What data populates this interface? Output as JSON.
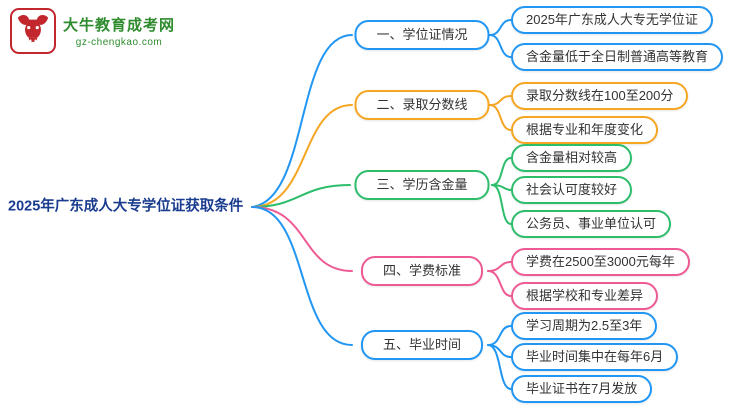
{
  "logo": {
    "title": "大牛教育成考网",
    "subtitle": "gz-chengkao.com"
  },
  "root": {
    "label": "2025年广东成人大专学位证获取条件"
  },
  "colors": {
    "branch1": "#2196F3",
    "branch2": "#F5A623",
    "branch3": "#2EBD6B",
    "branch4": "#EE5A94",
    "branch5": "#2196F3",
    "logo_red": "#C1272D",
    "logo_green": "#2E8B2E",
    "root_text": "#1A3C8F"
  },
  "branches": [
    {
      "label": "一、学位证情况",
      "color": "#2196F3",
      "children": [
        {
          "label": "2025年广东成人大专无学位证"
        },
        {
          "label": "含金量低于全日制普通高等教育"
        }
      ]
    },
    {
      "label": "二、录取分数线",
      "color": "#F5A623",
      "children": [
        {
          "label": "录取分数线在100至200分"
        },
        {
          "label": "根据专业和年度变化"
        }
      ]
    },
    {
      "label": "三、学历含金量",
      "color": "#2EBD6B",
      "children": [
        {
          "label": "含金量相对较高"
        },
        {
          "label": "社会认可度较好"
        },
        {
          "label": "公务员、事业单位认可"
        }
      ]
    },
    {
      "label": "四、学费标准",
      "color": "#EE5A94",
      "children": [
        {
          "label": "学费在2500至3000元每年"
        },
        {
          "label": "根据学校和专业差异"
        }
      ]
    },
    {
      "label": "五、毕业时间",
      "color": "#2196F3",
      "children": [
        {
          "label": "学习周期为2.5至3年"
        },
        {
          "label": "毕业时间集中在每年6月"
        },
        {
          "label": "毕业证书在7月发放"
        }
      ]
    }
  ]
}
